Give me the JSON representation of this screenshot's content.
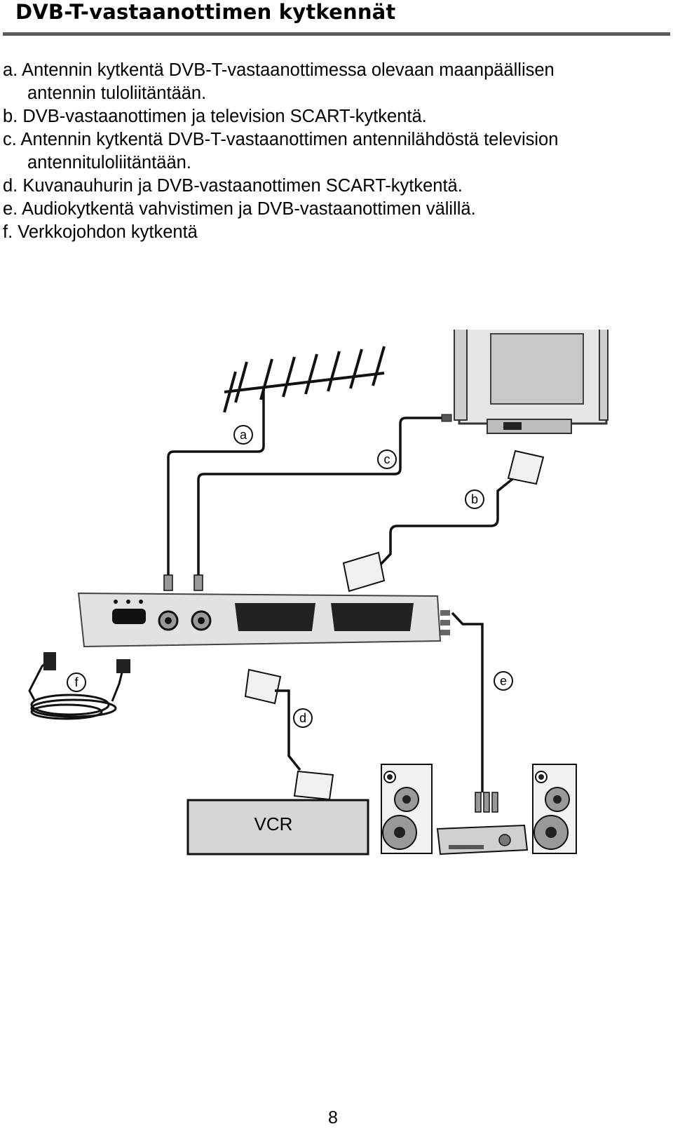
{
  "page": {
    "title": "DVB-T-vastaanottimen kytkennät",
    "page_number": "8"
  },
  "items": [
    {
      "letter": "a.",
      "line1": "Antennin kytkentä DVB-T-vastaanottimessa olevaan maanpäällisen",
      "line2": "antennin tuloliitäntään."
    },
    {
      "letter": "b.",
      "line1": "DVB-vastaanottimen ja television SCART-kytkentä.",
      "line2": ""
    },
    {
      "letter": "c.",
      "line1": "Antennin kytkentä DVB-T-vastaanottimen antennilähdöstä television",
      "line2": "antennituloliitäntään."
    },
    {
      "letter": "d.",
      "line1": "Kuvanauhurin ja DVB-vastaanottimen SCART-kytkentä.",
      "line2": ""
    },
    {
      "letter": "e.",
      "line1": "Audiokytkentä vahvistimen ja DVB-vastaanottimen välillä.",
      "line2": ""
    },
    {
      "letter": "f.",
      "line1": "Verkkojohdon kytkentä",
      "line2": ""
    }
  ],
  "diagram": {
    "labels": {
      "a": "a",
      "b": "b",
      "c": "c",
      "d": "d",
      "e": "e",
      "f": "f"
    },
    "vcr_label": "VCR"
  }
}
